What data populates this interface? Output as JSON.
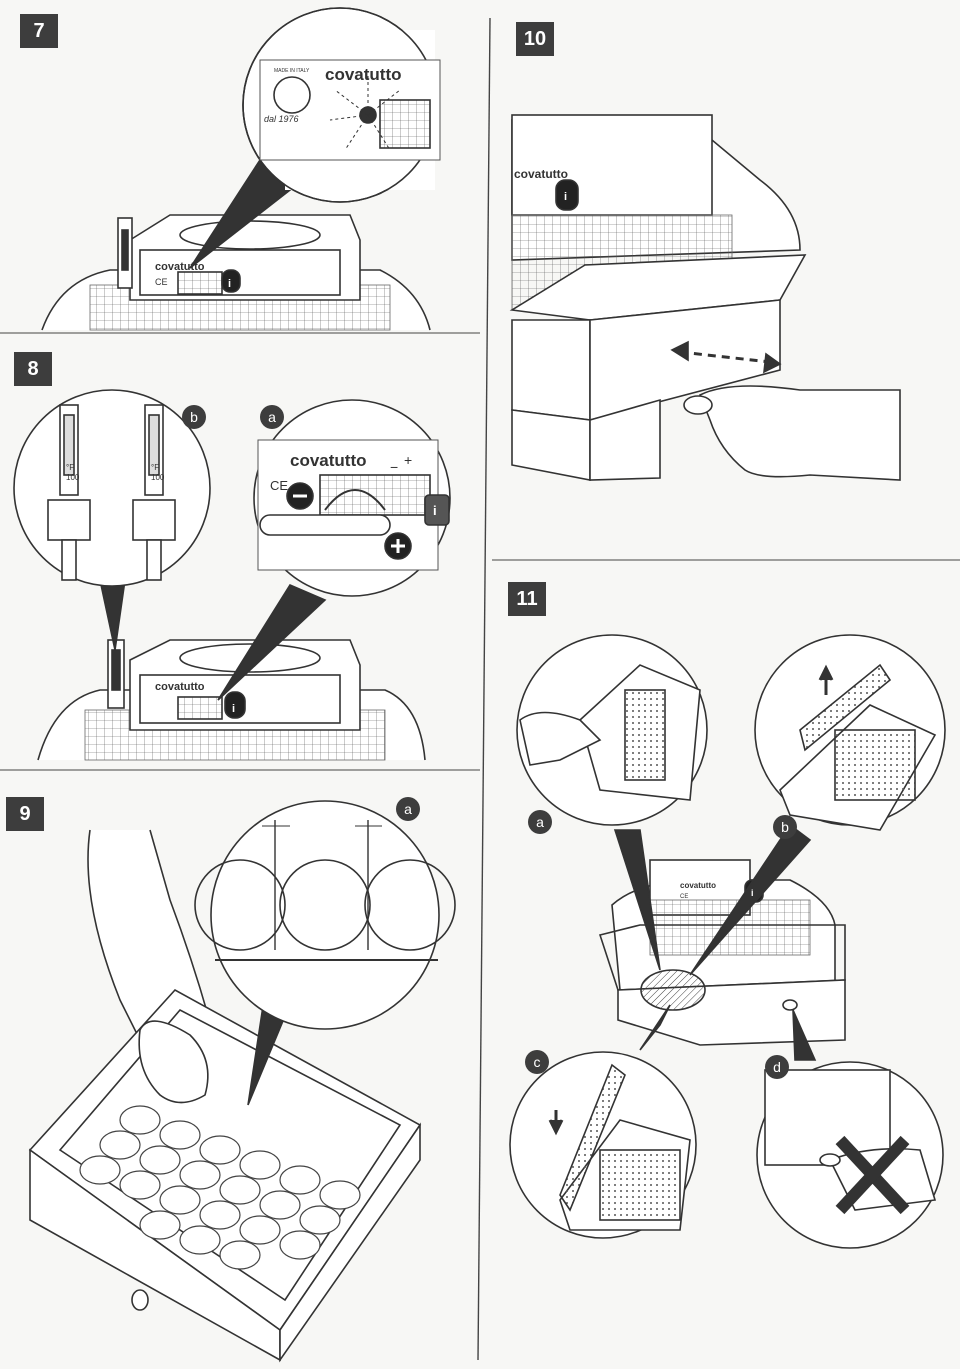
{
  "steps": [
    {
      "number": "7"
    },
    {
      "number": "8",
      "sub": [
        "b",
        "a"
      ]
    },
    {
      "number": "9",
      "sub": [
        "a"
      ]
    },
    {
      "number": "10"
    },
    {
      "number": "11",
      "sub": [
        "a",
        "b",
        "c",
        "d"
      ]
    }
  ],
  "device": {
    "brand": "covatutto",
    "ce_mark": "CE",
    "made_in": "MADE IN ITALY",
    "since": "dal 1976",
    "thermometer_unit": "°F",
    "thermometer_value": "100",
    "minus_sign": "−",
    "plus_sign": "+",
    "info_icon": "i"
  },
  "colors": {
    "line": "#333333",
    "badge": "#3d3d3d",
    "page": "#f7f7f5",
    "fill": "#ffffff"
  }
}
